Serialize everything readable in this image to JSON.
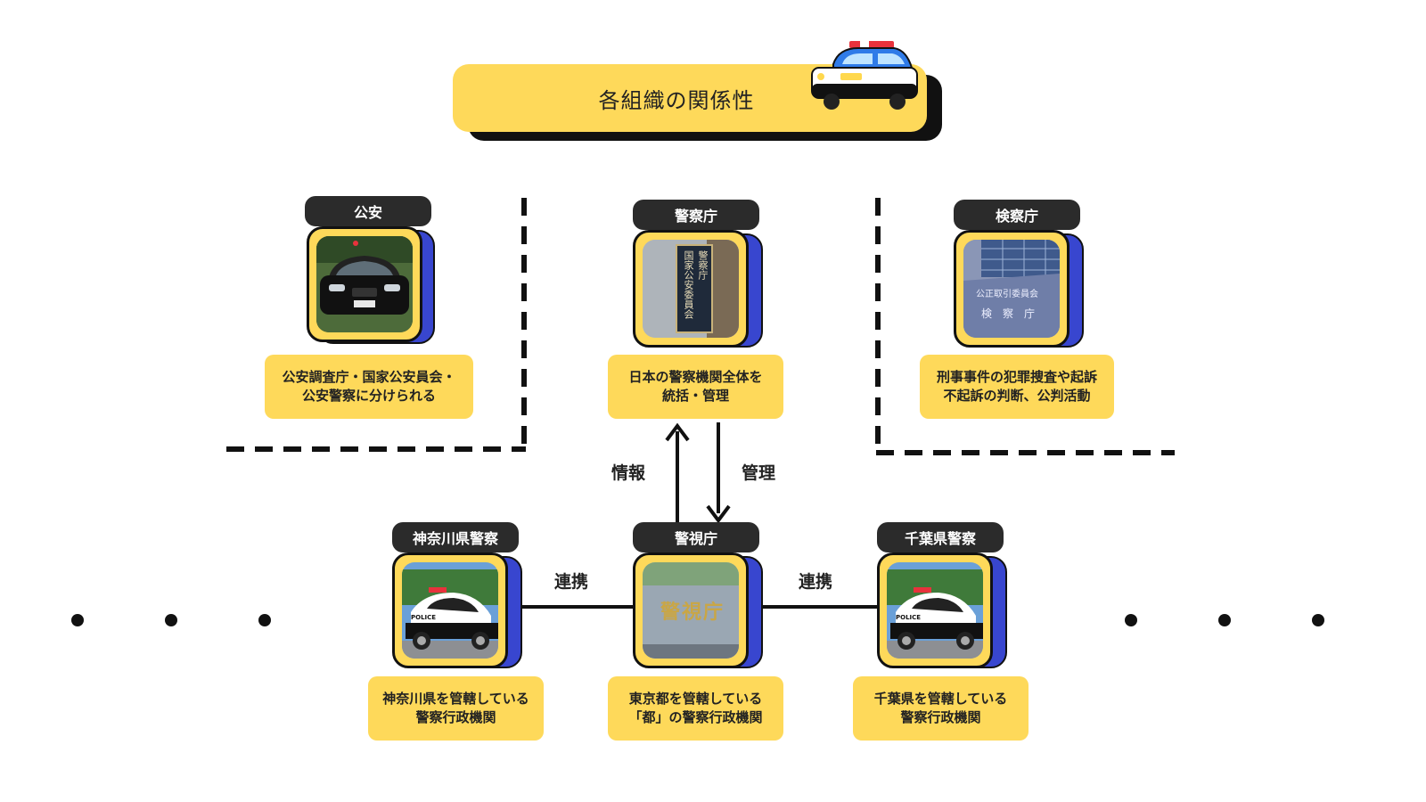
{
  "title": "各組織の関係性",
  "nodes": {
    "koan": {
      "label": "公安",
      "desc": [
        "公安調査庁・国家公安員会・",
        "公安警察に分けられる"
      ]
    },
    "keisatsucho": {
      "label": "警察庁",
      "desc": [
        "日本の警察機関全体を",
        "統括・管理"
      ],
      "plaque": [
        "国家公安委員会",
        "警察庁"
      ]
    },
    "kensatsucho": {
      "label": "検察庁",
      "desc": [
        "刑事事件の犯罪捜査や起訴",
        "不起訴の判断、公判活動"
      ],
      "plaque": [
        "公正取引委員会",
        "検　察　庁"
      ]
    },
    "kanagawa": {
      "label": "神奈川県警察",
      "desc": [
        "神奈川県を管轄している",
        "警察行政機関"
      ]
    },
    "keishicho": {
      "label": "警視庁",
      "desc": [
        "東京都を管轄している",
        "「都」の警察行政機関"
      ],
      "sign": "警視庁"
    },
    "chiba": {
      "label": "千葉県警察",
      "desc": [
        "千葉県を管轄している",
        "警察行政機関"
      ]
    }
  },
  "connectors": {
    "info": "情報",
    "manage": "管理",
    "link_left": "連携",
    "link_right": "連携"
  },
  "patrol_car_text": "POLICE",
  "colors": {
    "accent": "#fed95a",
    "card_back": "#3846cf",
    "dark": "#2b2b2b"
  }
}
